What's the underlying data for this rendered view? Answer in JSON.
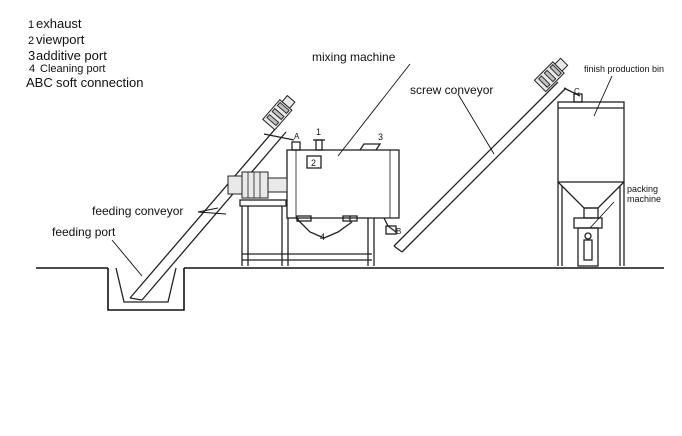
{
  "legend": {
    "items": [
      {
        "key": "1",
        "text": "exhaust"
      },
      {
        "key": "2",
        "text": "viewport"
      },
      {
        "key": "3",
        "text": "additive port"
      },
      {
        "key": "4",
        "text": "Cleaning port"
      },
      {
        "key": "ABC",
        "text": "soft connection"
      }
    ]
  },
  "labels": {
    "mixing_machine": "mixing machine",
    "screw_conveyor": "screw conveyor",
    "finish_bin": "finish production bin",
    "packing_line1": "packing",
    "packing_line2": "machine",
    "feeding_conveyor": "feeding conveyor",
    "feeding_port": "feeding port"
  },
  "markers": {
    "exhaust": "1",
    "viewport": "2",
    "additive": "3",
    "cleaning": "4",
    "a": "A",
    "b": "B",
    "c": "C"
  }
}
